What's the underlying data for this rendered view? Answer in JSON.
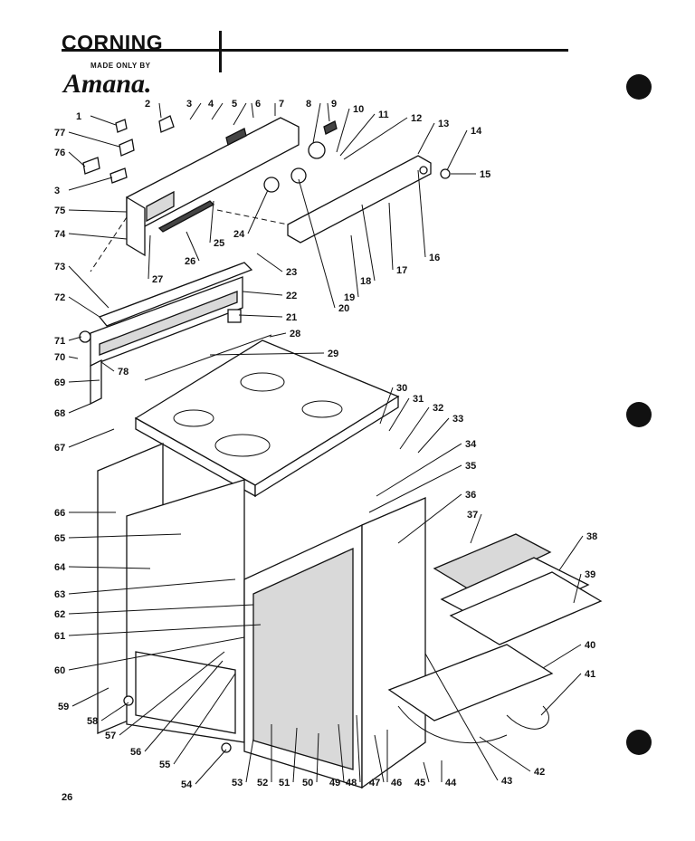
{
  "header": {
    "brand": "CORNING",
    "made_by": "MADE ONLY BY",
    "logo_text": "Amana."
  },
  "page_number": "26",
  "parts": [
    {
      "num": "1"
    },
    {
      "num": "2"
    },
    {
      "num": "3"
    },
    {
      "num": "4"
    },
    {
      "num": "5"
    },
    {
      "num": "6"
    },
    {
      "num": "7"
    },
    {
      "num": "8"
    },
    {
      "num": "9"
    },
    {
      "num": "10"
    },
    {
      "num": "11"
    },
    {
      "num": "12"
    },
    {
      "num": "13"
    },
    {
      "num": "14"
    },
    {
      "num": "15"
    },
    {
      "num": "16"
    },
    {
      "num": "17"
    },
    {
      "num": "18"
    },
    {
      "num": "19"
    },
    {
      "num": "20"
    },
    {
      "num": "21"
    },
    {
      "num": "22"
    },
    {
      "num": "23"
    },
    {
      "num": "24"
    },
    {
      "num": "25"
    },
    {
      "num": "26"
    },
    {
      "num": "27"
    },
    {
      "num": "28"
    },
    {
      "num": "29"
    },
    {
      "num": "30"
    },
    {
      "num": "31"
    },
    {
      "num": "32"
    },
    {
      "num": "33"
    },
    {
      "num": "34"
    },
    {
      "num": "35"
    },
    {
      "num": "36"
    },
    {
      "num": "37"
    },
    {
      "num": "38"
    },
    {
      "num": "39"
    },
    {
      "num": "40"
    },
    {
      "num": "41"
    },
    {
      "num": "42"
    },
    {
      "num": "43"
    },
    {
      "num": "44"
    },
    {
      "num": "45"
    },
    {
      "num": "46"
    },
    {
      "num": "47"
    },
    {
      "num": "48"
    },
    {
      "num": "49"
    },
    {
      "num": "50"
    },
    {
      "num": "51"
    },
    {
      "num": "52"
    },
    {
      "num": "53"
    },
    {
      "num": "54"
    },
    {
      "num": "55"
    },
    {
      "num": "56"
    },
    {
      "num": "57"
    },
    {
      "num": "58"
    },
    {
      "num": "59"
    },
    {
      "num": "60"
    },
    {
      "num": "61"
    },
    {
      "num": "62"
    },
    {
      "num": "63"
    },
    {
      "num": "64"
    },
    {
      "num": "65"
    },
    {
      "num": "66"
    },
    {
      "num": "67"
    },
    {
      "num": "68"
    },
    {
      "num": "69"
    },
    {
      "num": "70"
    },
    {
      "num": "71"
    },
    {
      "num": "72"
    },
    {
      "num": "73"
    },
    {
      "num": "74"
    },
    {
      "num": "75"
    },
    {
      "num": "76"
    },
    {
      "num": "77"
    },
    {
      "num": "78"
    },
    {
      "num": "3"
    }
  ]
}
